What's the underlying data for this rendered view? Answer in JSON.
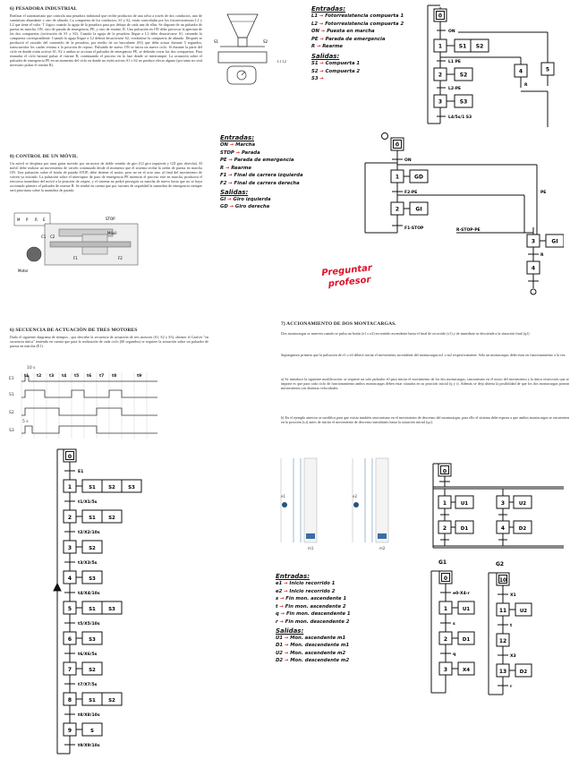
{
  "sec6": {
    "title": "6) PESADORA INDUSTRIAL",
    "body": "Realizar el automatismo que controla una pesadora industrial que recibe productos de una tolva a través de dos conductos, uno de suministro abundante y otro de afinado. La compuerta de los conductos, S1 y S2, están controladas por los fotorresistencias L1 y L2 que tiene el valor '1' lógico cuando la aguja de la pesadora pasa por debajo de cada una de ellas. Se dispone de un pulsador de puesta en marcha, ON, otro de parada de emergencia, PE, y otro de rearme, R. Una pulsación en ON debe provocar la apertura de las dos compuertas (activación de S1 y S2). Cuando la aguja de la pesadora llegue a L1 debe desactivarse S1, cerrando la compuerta correspondiente. Cuando la aguja llegue a L2 deberá desactivarse S2, cerrándose la compuerta de afinado. Después se producirá el vaciado del contenido de la pesadora, por medio de un basculante (S3) que debe actuar durante 5 segundos, transcurridos los cuales retorna a la posición de reposo. Pulsando de nuevo ON se inicia un nuevo ciclo. Si durante la parte del ciclo en donde están activas S1, S2 o ambas se acciona el pulsador de emergencia PE, se deberán cerrar las dos compuertas. Para reanudar el ciclo bastará pulsar el rearme R, continuando el proceso en la fase donde se interrumpió. La actuación sobre el pulsador de emergencia PE en un momento del ciclo en donde no estén activas S1 o S2 no produce efecto alguno (por tanto no será necesario pulsar el rearme R).",
    "inputs_heading": "Entradas:",
    "inputs": [
      {
        "k": "L1",
        "v": "Fotorresistencia compuerta 1"
      },
      {
        "k": "L2",
        "v": "Fotorresistencia compuerta 2"
      },
      {
        "k": "ON",
        "v": "Puesta en marcha"
      },
      {
        "k": "PE",
        "v": "Parada de emergencia"
      },
      {
        "k": "R",
        "v": "Rearme"
      }
    ],
    "outputs_heading": "Salidas:",
    "outputs": [
      {
        "k": "S1",
        "v": "Compuerta 1"
      },
      {
        "k": "S2",
        "v": "Compuerta 2"
      },
      {
        "k": "S3",
        "v": ""
      }
    ],
    "fig_labels": {
      "s1": "S1",
      "s2": "S2",
      "l1": "L1",
      "l2": "L2"
    },
    "grafcet": {
      "on": "ON",
      "l1pe": "L1 PE",
      "l2pe": "L2·PE",
      "r": "R",
      "t5s": "5 s",
      "end": "L4/5s/1 S3",
      "s1": "S1",
      "s2": "S2",
      "s3": "S3",
      "steps": [
        "0",
        "1",
        "2",
        "3",
        "4",
        "5"
      ]
    }
  },
  "sec8": {
    "title": "8) CONTROL DE UN MÓVIL",
    "body": "Un móvil se desplaza por unas guías movido por un motor de doble sentido de giro (GI giro izquierda y GD giro derecha). El móvil debe realizar un movimiento de vaivén continuado desde el momento que el sistema reciba la orden de puesta en marcha ON. Una pulsación sobre el botón de parada STOP, debe detener el motor, pero no en el acto sino al final del movimiento de vaivén ya iniciado. La pulsación sobre el interruptor de paro de emergencia PE mientras el proceso esté en marcha, producirá el retroceso inmediato del móvil a la posición de origen, y el sistema no podrá proseguir su marcha de nuevo hasta que no se haya accionado primero el pulsador de rearme R. Se tendrá en cuenta que por razones de seguridad la maniobra de emergencia siempre será prioritaria sobre la maniobra de parada.",
    "inputs_heading": "Entradas:",
    "inputs": [
      {
        "k": "ON",
        "v": "Marcha"
      },
      {
        "k": "STOP",
        "v": "Parada"
      },
      {
        "k": "PE",
        "v": "Parada de emergencia"
      },
      {
        "k": "R",
        "v": "Rearme"
      },
      {
        "k": "F1",
        "v": "Final de carrera izquierda"
      },
      {
        "k": "F2",
        "v": "Final de carrera derecha"
      }
    ],
    "outputs_heading": "Salidas:",
    "outputs": [
      {
        "k": "GI",
        "v": "Giro izquierda"
      },
      {
        "k": "GD",
        "v": "Giro derecha"
      }
    ],
    "fig_labels": {
      "m": "M",
      "p": "P",
      "r": "R",
      "e": "E",
      "c1": "C1",
      "c2": "C2",
      "motor": "Motor",
      "movil": "Móvil",
      "f1": "F1",
      "f2": "F2",
      "stop": "STOP"
    },
    "grafcet": {
      "on": "ON",
      "f2pe": "F2·PE",
      "pe": "PE",
      "f1stop": "F1·STOP",
      "r": "R",
      "f1pe": "R·STOP·PE",
      "gd": "GD",
      "gi": "GI",
      "steps": [
        "0",
        "1",
        "2",
        "3",
        "4"
      ]
    },
    "note": [
      "Preguntar",
      "profesor"
    ]
  },
  "sec6b": {
    "title": "6) SECUENCIA DE ACTUACIÓN DE TRES MOTORES",
    "body": "Dado el siguiente diagrama de tiempos , que describe la secuencia de actuación de tres motores (S1, S2 y S3), obtener el Grafcet \"en secuencia única\" teniendo en cuenta que para la realización de cada ciclo (60 segundos) se requiere la actuación sobre un pulsador de puesta en marcha (E1).",
    "timing": {
      "labels": [
        "E1",
        "S1",
        "S2",
        "S3"
      ],
      "t10": "10 s",
      "t5": "5 s",
      "marks": [
        "t1",
        "t2",
        "t3",
        "t4",
        "t5",
        "t6",
        "t7",
        "t8",
        "t9"
      ]
    },
    "grafcet": {
      "steps": [
        "0",
        "1",
        "2",
        "3",
        "4",
        "5",
        "6",
        "7",
        "8",
        "9"
      ],
      "trans": [
        "E1",
        "t1/X1/5s",
        "t2/X2/10s",
        "t3/X3/5s",
        "t4/X4/10s",
        "t5/X5/10s",
        "t6/X6/5s",
        "t7/X7/5s",
        "t8/X8/10s",
        "t9/X9/10s"
      ],
      "actions": [
        [],
        [
          "S1",
          "S2",
          "S3"
        ],
        [
          "S1",
          "S2"
        ],
        [
          "S2"
        ],
        [
          "S3"
        ],
        [
          "S1",
          "S3"
        ],
        [
          "S3"
        ],
        [
          "S2"
        ],
        [
          "S1",
          "S2"
        ],
        [
          "S"
        ]
      ]
    }
  },
  "sec7": {
    "title": "7) ACCIONAMIENTO DE DOS MONTACARGAS.",
    "p1": "Dos montacargas se mueven cuando se pulsa un botón (e1 o e2) en sentido ascendente hasta el final de recorrido (s1) y de inmediato se desciende a la situación final (q1)",
    "p2": "Supongamos primero que la pulsación de e1 o e2 deberá iniciar el movimiento ascendente del montacargas m1 o m2 respectivamente. Sólo un montacargas debe estar en funcionamiento a la vez.",
    "p3": "a) Se introduce la siguiente modificación: se requiere un solo pulsador e0 para iniciar el movimiento de los dos montacargas, sincronismo en el inicio del movimiento y la única restricción que se impone es que para cada ciclo de funcionamiento ambos montacargas deben estar situados en su posición inicial (q y r). Además se deja abierta la posibilidad de que los dos montacargas posean movimientos con distintas velocidades.",
    "p4": "b) En el ejemplo anterior se modifica para que exista también sincronismo en el movimiento de descenso del montacargas, para ello el sistema debe esperar a que ambos montacargas se encuentren en la posición (s,t) antes de iniciar el movimiento de descenso simultáneo hasta la situación inicial (q,r).",
    "fig": {
      "m1": "m1",
      "m2": "m2",
      "e1": "e1",
      "e2": "e2"
    },
    "inputs_heading": "Entradas:",
    "inputs": [
      {
        "k": "e1",
        "v": "Inicio recorrido 1"
      },
      {
        "k": "e2",
        "v": "Inicio recorrido 2"
      },
      {
        "k": "s",
        "v": "Fin mon. ascendente 1"
      },
      {
        "k": "t",
        "v": "Fin mon. ascendente 2"
      },
      {
        "k": "q",
        "v": "Fin mon. descendente 1"
      },
      {
        "k": "r",
        "v": "Fin mon. descendente 2"
      }
    ],
    "outputs_heading": "Salidas:",
    "outputs": [
      {
        "k": "U1",
        "v": "Mon. ascendente m1"
      },
      {
        "k": "D1",
        "v": "Mon. descendente m1"
      },
      {
        "k": "U2",
        "v": "Mon. ascendente m2"
      },
      {
        "k": "D2",
        "v": "Mon. descendente m2"
      }
    ],
    "g_top": {
      "steps": [
        "0",
        "1",
        "2",
        "3",
        "4"
      ],
      "acts": [
        "U1",
        "D1",
        "U2",
        "D2"
      ]
    },
    "g1": {
      "title": "G1",
      "steps": [
        "0",
        "1",
        "2",
        "3"
      ],
      "acts": [
        "U1",
        "D1",
        "X4"
      ],
      "trans": [
        "e0·X4·r",
        "s",
        "q"
      ]
    },
    "g2": {
      "title": "G2",
      "steps": [
        "10",
        "11",
        "12",
        "13"
      ],
      "acts": [
        "U2",
        "D2"
      ],
      "trans": [
        "X1",
        "t",
        "X3",
        "r"
      ]
    }
  }
}
